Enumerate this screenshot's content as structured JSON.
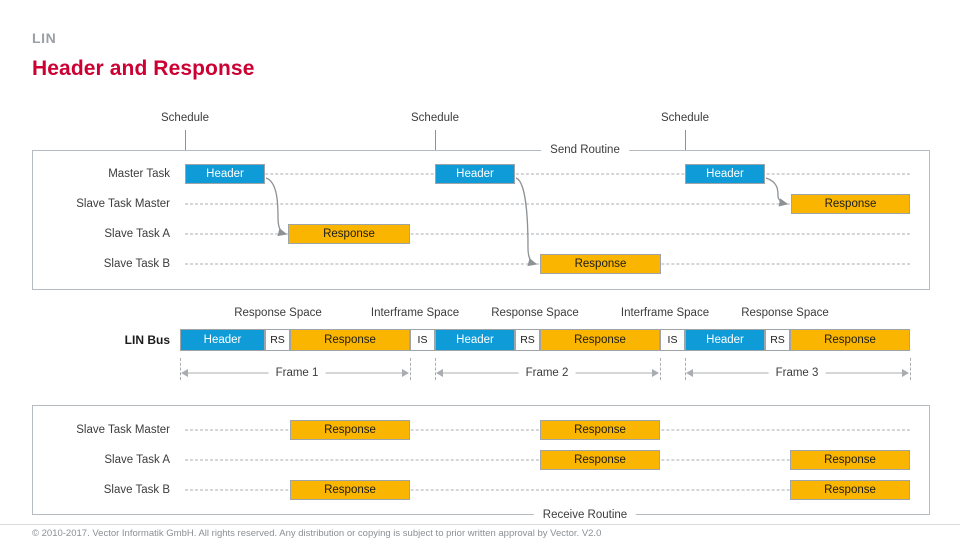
{
  "header": {
    "kicker": "LIN",
    "title": "Header and Response"
  },
  "colors": {
    "brand_red": "#cc0033",
    "header_blue": "#0f9bd7",
    "response_orange": "#f9b500",
    "line_gray": "#a9adb1",
    "panel_border": "#b6bbbf"
  },
  "labels": {
    "schedule": "Schedule",
    "send_routine": "Send Routine",
    "receive_routine": "Receive Routine",
    "lin_bus": "LIN Bus",
    "header": "Header",
    "response": "Response",
    "rs": "RS",
    "is": "IS",
    "response_space": "Response Space",
    "interframe_space": "Interframe Space"
  },
  "send_panel": {
    "rows": [
      {
        "label": "Master Task"
      },
      {
        "label": "Slave Task Master"
      },
      {
        "label": "Slave Task A"
      },
      {
        "label": "Slave Task B"
      }
    ],
    "schedules": [
      {
        "label": "Schedule"
      },
      {
        "label": "Schedule"
      },
      {
        "label": "Schedule"
      }
    ],
    "blocks": [
      {
        "row": "Master Task",
        "kind": "header",
        "label": "Header"
      },
      {
        "row": "Master Task",
        "kind": "header",
        "label": "Header"
      },
      {
        "row": "Master Task",
        "kind": "header",
        "label": "Header"
      },
      {
        "row": "Slave Task Master",
        "kind": "response",
        "label": "Response"
      },
      {
        "row": "Slave Task A",
        "kind": "response",
        "label": "Response"
      },
      {
        "row": "Slave Task B",
        "kind": "response",
        "label": "Response"
      }
    ]
  },
  "bus": {
    "label": "LIN Bus",
    "space_captions": [
      "Response Space",
      "Interframe Space",
      "Response Space",
      "Interframe Space",
      "Response Space"
    ],
    "segments": [
      {
        "kind": "header",
        "label": "Header"
      },
      {
        "kind": "space",
        "label": "RS"
      },
      {
        "kind": "response",
        "label": "Response"
      },
      {
        "kind": "space",
        "label": "IS"
      },
      {
        "kind": "header",
        "label": "Header"
      },
      {
        "kind": "space",
        "label": "RS"
      },
      {
        "kind": "response",
        "label": "Response"
      },
      {
        "kind": "space",
        "label": "IS"
      },
      {
        "kind": "header",
        "label": "Header"
      },
      {
        "kind": "space",
        "label": "RS"
      },
      {
        "kind": "response",
        "label": "Response"
      }
    ],
    "frames": [
      {
        "label": "Frame 1"
      },
      {
        "label": "Frame 2"
      },
      {
        "label": "Frame 3"
      }
    ]
  },
  "receive_panel": {
    "rows": [
      {
        "label": "Slave Task Master"
      },
      {
        "label": "Slave Task A"
      },
      {
        "label": "Slave Task B"
      }
    ],
    "blocks": [
      {
        "row": "Slave Task Master",
        "kind": "response",
        "label": "Response"
      },
      {
        "row": "Slave Task Master",
        "kind": "response",
        "label": "Response"
      },
      {
        "row": "Slave Task A",
        "kind": "response",
        "label": "Response"
      },
      {
        "row": "Slave Task A",
        "kind": "response",
        "label": "Response"
      },
      {
        "row": "Slave Task B",
        "kind": "response",
        "label": "Response"
      },
      {
        "row": "Slave Task B",
        "kind": "response",
        "label": "Response"
      }
    ]
  },
  "footer": {
    "text": "© 2010-2017. Vector Informatik GmbH. All rights reserved. Any distribution or copying is subject to prior written approval by Vector. V2.0"
  }
}
